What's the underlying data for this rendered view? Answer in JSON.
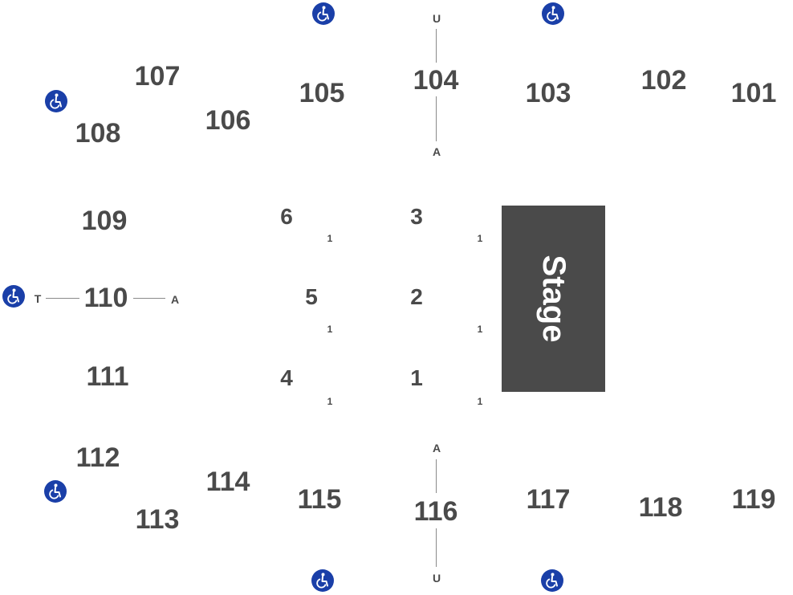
{
  "stage": {
    "label": "Stage"
  },
  "sections": {
    "s101": "101",
    "s102": "102",
    "s103": "103",
    "s104": "104",
    "s105": "105",
    "s106": "106",
    "s107": "107",
    "s108": "108",
    "s109": "109",
    "s110": "110",
    "s111": "111",
    "s112": "112",
    "s113": "113",
    "s114": "114",
    "s115": "115",
    "s116": "116",
    "s117": "117",
    "s118": "118",
    "s119": "119"
  },
  "floor_sections": {
    "f1": "1",
    "f2": "2",
    "f3": "3",
    "f4": "4",
    "f5": "5",
    "f6": "6"
  },
  "row_markers": {
    "u_top": "U",
    "a_top": "A",
    "t_left": "T",
    "a_left": "A",
    "a_bottom": "A",
    "u_bottom": "U",
    "one": "1"
  },
  "icons": {
    "accessible": "wheelchair-icon",
    "accessible_color": "#1a3fa8"
  },
  "colors": {
    "label": "#4a4a4a",
    "stage": "#4a4a4a",
    "stage_text": "#ffffff",
    "line": "#8a8a8a"
  }
}
